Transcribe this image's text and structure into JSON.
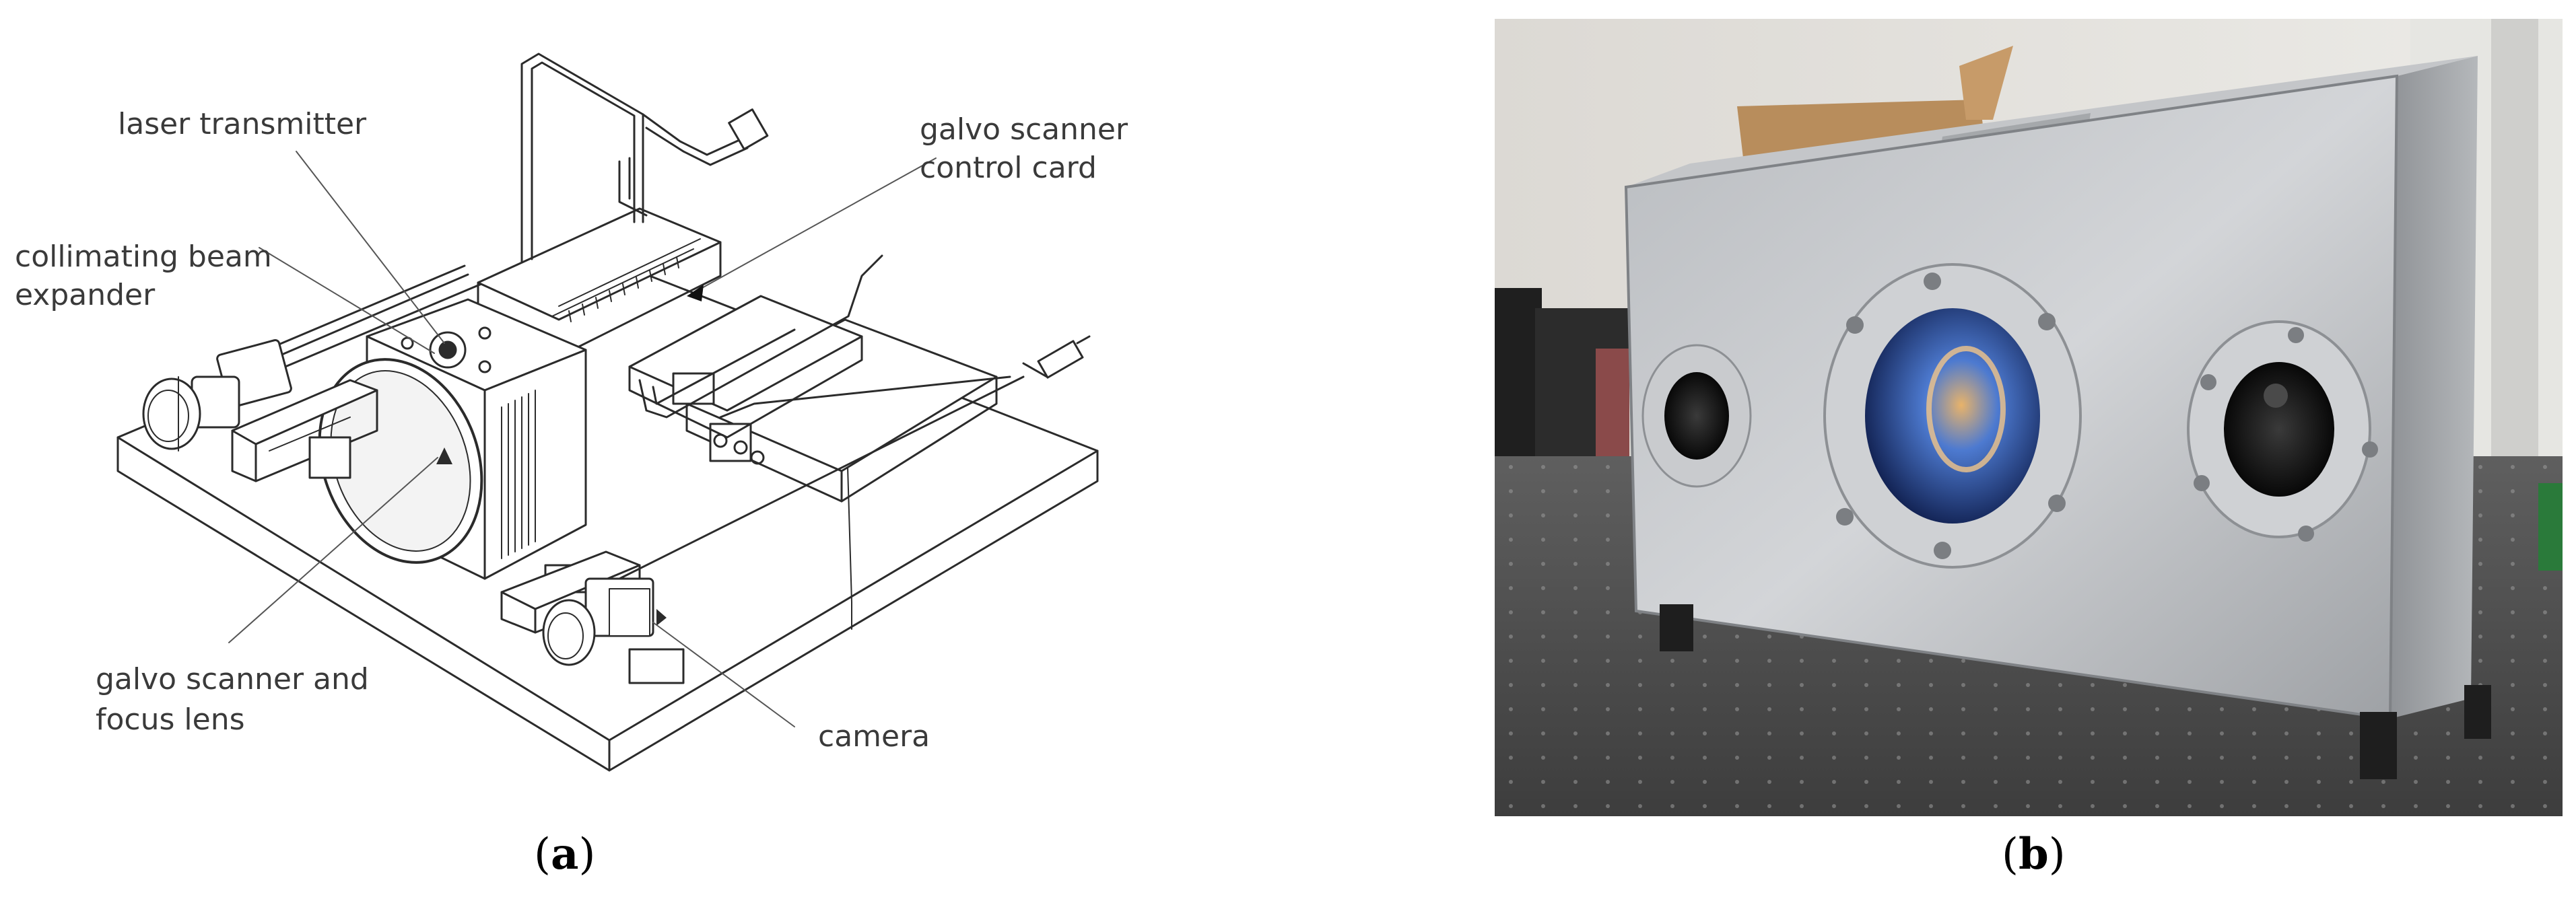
{
  "panel_a": {
    "labels": {
      "laser_transmitter": "laser transmitter",
      "galvo_control_card_line1": "galvo scanner",
      "galvo_control_card_line2": "control card",
      "collimating_line1": "collimating beam",
      "collimating_line2": "expander",
      "galvo_focus_line1": "galvo scanner and",
      "galvo_focus_line2": "focus lens",
      "camera": "camera"
    },
    "caption_letter": "a"
  },
  "panel_b": {
    "caption_letter": "b"
  }
}
